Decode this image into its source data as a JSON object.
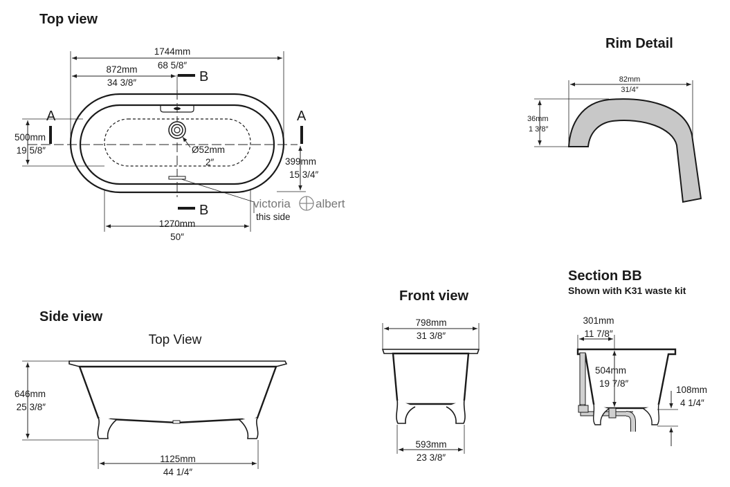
{
  "sections": {
    "top_view": "Top view",
    "rim_detail": "Rim Detail",
    "side_view": "Side view",
    "side_view_caption": "Top View",
    "front_view": "Front view",
    "section_bb": "Section BB",
    "section_bb_note": "Shown with K31 waste kit"
  },
  "markers": {
    "a": "A",
    "b": "B"
  },
  "brand": {
    "left": "victoria",
    "right": "albert",
    "note": "this side"
  },
  "dimensions": {
    "overall_length_mm": "1744mm",
    "overall_length_in": "68 5/8″",
    "half_length_mm": "872mm",
    "half_length_in": "34 3/8″",
    "width_mm": "500mm",
    "width_in": "19 5/8″",
    "waste_mm": "Ø52mm",
    "waste_in": "2″",
    "rim_to_centre_mm": "399mm",
    "rim_to_centre_in": "15 3/4″",
    "inner_length_mm": "1270mm",
    "inner_length_in": "50″",
    "rim_width_mm": "82mm",
    "rim_width_in": "31/4″",
    "rim_height_mm": "36mm",
    "rim_height_in": "1 3/8″",
    "height_mm": "646mm",
    "height_in": "25 3/8″",
    "feet_span_mm": "1125mm",
    "feet_span_in": "44 1/4″",
    "front_width_mm": "798mm",
    "front_width_in": "31 3/8″",
    "front_feet_mm": "593mm",
    "front_feet_in": "23 3/8″",
    "waste_offset_mm": "301mm",
    "waste_offset_in": "11 7/8″",
    "depth_mm": "504mm",
    "depth_in": "19 7/8″",
    "floor_to_waste_mm": "108mm",
    "floor_to_waste_in": "4 1/4″"
  }
}
